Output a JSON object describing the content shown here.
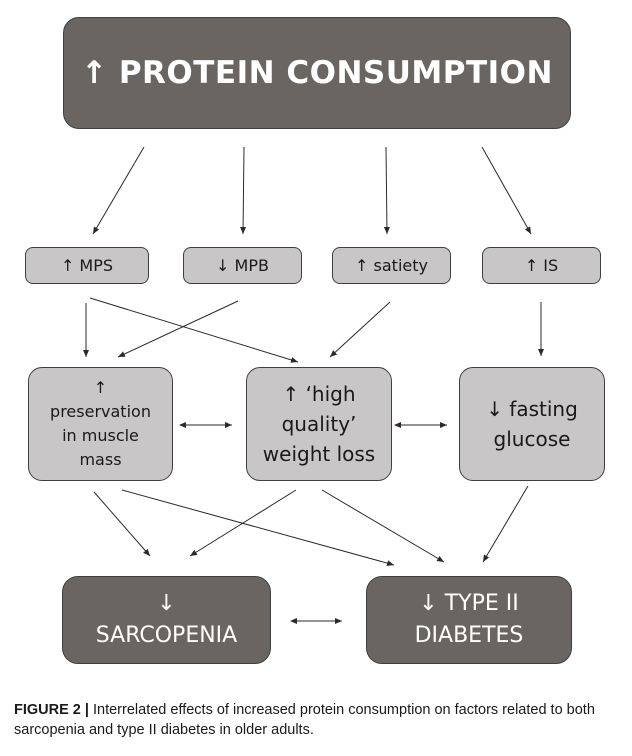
{
  "top_box": {
    "text": "↑ PROTEIN CONSUMPTION"
  },
  "small_boxes": {
    "mps": "↑ MPS",
    "mpb": "↓ MPB",
    "satiety": "↑ satiety",
    "is": "↑ IS"
  },
  "middle_boxes": {
    "preservation": [
      "↑",
      "preservation",
      "in muscle",
      "mass"
    ],
    "high_quality": [
      "↑ ‘high",
      "quality’",
      "weight loss"
    ],
    "fasting": [
      "↓ fasting",
      "glucose"
    ]
  },
  "bottom_boxes": {
    "sarcopenia": [
      "↓",
      "SARCOPENIA"
    ],
    "diabetes": [
      "↓ TYPE II",
      "DIABETES"
    ]
  },
  "caption": {
    "label": "FIGURE 2 |",
    "text": " Interrelated effects of increased protein consumption on factors related to both sarcopenia and type II diabetes in older adults."
  }
}
